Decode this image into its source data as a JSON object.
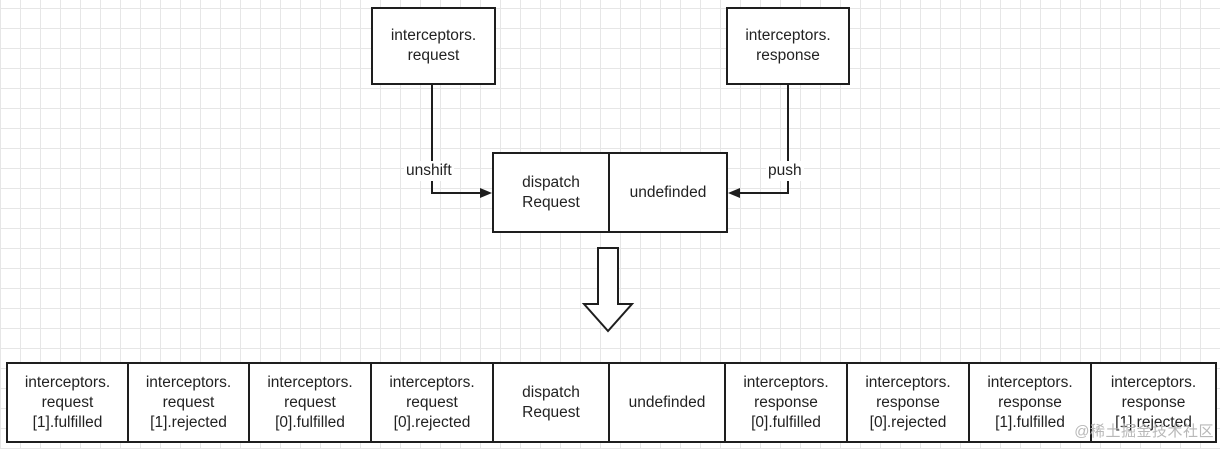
{
  "top": {
    "request_box": "interceptors.\nrequest",
    "response_box": "interceptors.\nresponse",
    "unshift_label": "unshift",
    "push_label": "push"
  },
  "middle": {
    "cells": [
      "dispatch\nRequest",
      "undefinded"
    ]
  },
  "chain": {
    "cells": [
      "interceptors.\nrequest\n[1].fulfilled",
      "interceptors.\nrequest\n[1].rejected",
      "interceptors.\nrequest\n[0].fulfilled",
      "interceptors.\nrequest\n[0].rejected",
      "dispatch\nRequest",
      "undefinded",
      "interceptors.\nresponse\n[0].fulfilled",
      "interceptors.\nresponse\n[0].rejected",
      "interceptors.\nresponse\n[1].fulfilled",
      "interceptors.\nresponse\n[1].rejected"
    ]
  },
  "watermark": "@稀土掘金技术社区"
}
